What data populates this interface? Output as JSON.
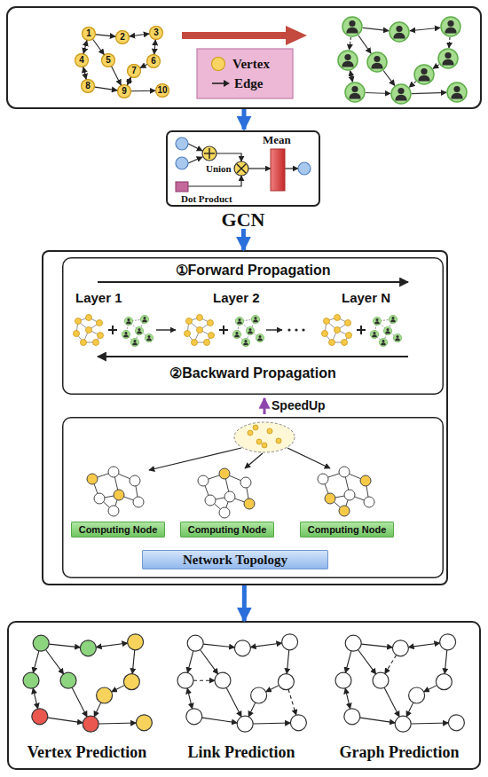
{
  "diagram": {
    "nodes": [
      {
        "text": [
          "1"
        ]
      },
      {
        "text": [
          "2"
        ]
      },
      {
        "text": [
          "3"
        ]
      },
      {
        "text": [
          "4"
        ]
      },
      {
        "text": [
          "5"
        ]
      },
      {
        "text": [
          "6"
        ]
      },
      {
        "text": [
          "7"
        ]
      },
      {
        "text": [
          "8"
        ]
      },
      {
        "text": [
          "9"
        ]
      },
      {
        "text": [
          "10"
        ]
      },
      {
        "text": [
          "Mean",
          "Union",
          "Dot Product",
          "GCN"
        ]
      },
      {
        "text": [
          "SpeedUp"
        ]
      },
      {
        "text": [
          "①Forward Propagation",
          "Layer 1",
          "Layer 2",
          "Layer N",
          "②Backward Propagation"
        ],
        "in": 11
      },
      {
        "text": [
          "Network Topology"
        ],
        "in": 11
      },
      {
        "text": [
          "Computing Node"
        ],
        "in": 13
      },
      {
        "text": [
          "Computing Node"
        ],
        "in": 13
      },
      {
        "text": [
          "Computing Node"
        ],
        "in": 13
      },
      {
        "text": [
          "Vertex Prediction",
          "Link Prediction",
          "Graph Prediction"
        ]
      }
    ],
    "edges": [
      {
        "from": 0,
        "to": 1,
        "arrow": "to"
      },
      {
        "from": 1,
        "to": 2,
        "arrow": "both"
      },
      {
        "from": 2,
        "to": 5,
        "arrow": "both"
      },
      {
        "from": 5,
        "to": 6,
        "arrow": "to"
      },
      {
        "from": 0,
        "to": 3,
        "arrow": "both"
      },
      {
        "from": 0,
        "to": 4,
        "arrow": "to"
      },
      {
        "from": 3,
        "to": 7,
        "arrow": "both"
      },
      {
        "from": 7,
        "to": 8,
        "arrow": "to"
      },
      {
        "from": 4,
        "to": 8,
        "arrow": "to"
      },
      {
        "from": 6,
        "to": 8,
        "arrow": "both"
      },
      {
        "from": 8,
        "to": 9,
        "arrow": "to"
      },
      {
        "from": 10,
        "to": 11,
        "arrow": "to"
      },
      {
        "from": 11,
        "to": 17,
        "arrow": "to"
      }
    ],
    "legend": [
      {
        "text": "Vertex",
        "color": "#f8d562"
      },
      {
        "text": "Edge"
      }
    ]
  }
}
